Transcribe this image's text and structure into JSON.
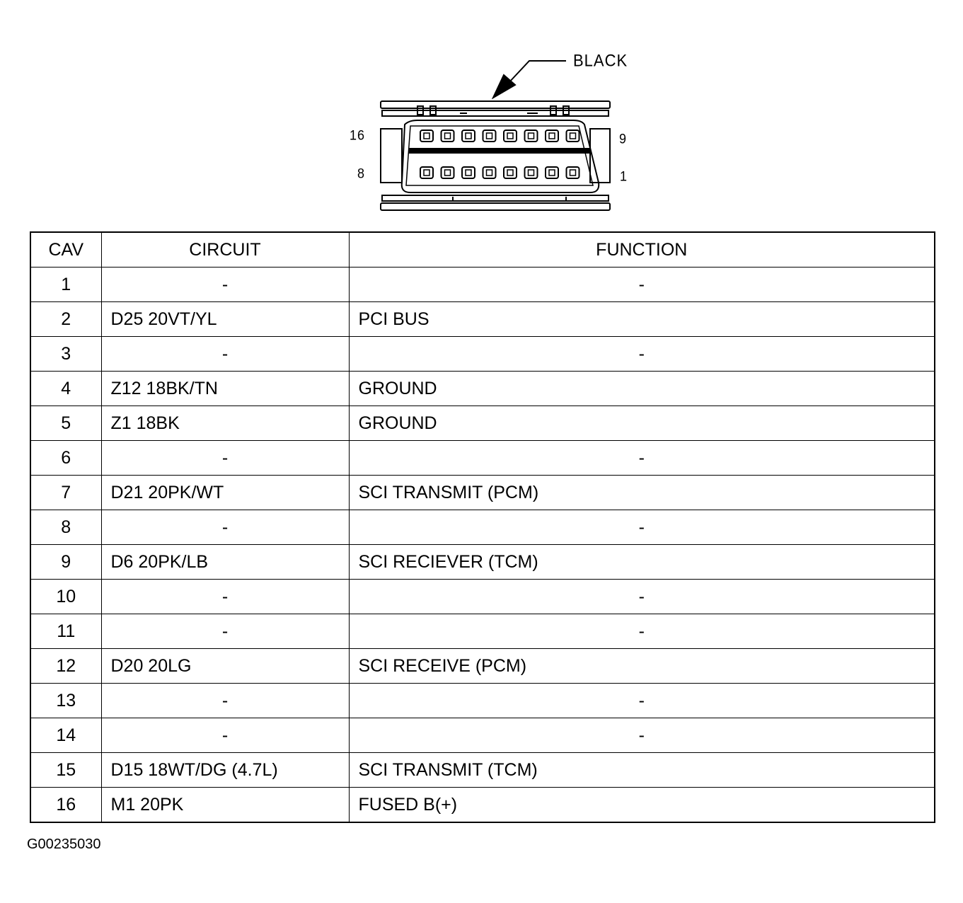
{
  "connector": {
    "callout": "BLACK",
    "pin_labels": {
      "top_left": "16",
      "top_right": "9",
      "bottom_left": "8",
      "bottom_right": "1"
    }
  },
  "table": {
    "headers": {
      "cav": "CAV",
      "circuit": "CIRCUIT",
      "function": "FUNCTION"
    },
    "rows": [
      {
        "cav": "1",
        "circuit": "-",
        "function": "-"
      },
      {
        "cav": "2",
        "circuit": "D25 20VT/YL",
        "function": "PCI BUS"
      },
      {
        "cav": "3",
        "circuit": "-",
        "function": "-"
      },
      {
        "cav": "4",
        "circuit": "Z12 18BK/TN",
        "function": "GROUND"
      },
      {
        "cav": "5",
        "circuit": "Z1 18BK",
        "function": "GROUND"
      },
      {
        "cav": "6",
        "circuit": "-",
        "function": "-"
      },
      {
        "cav": "7",
        "circuit": "D21 20PK/WT",
        "function": "SCI TRANSMIT (PCM)"
      },
      {
        "cav": "8",
        "circuit": "-",
        "function": "-"
      },
      {
        "cav": "9",
        "circuit": "D6 20PK/LB",
        "function": "SCI RECIEVER (TCM)"
      },
      {
        "cav": "10",
        "circuit": "-",
        "function": "-"
      },
      {
        "cav": "11",
        "circuit": "-",
        "function": "-"
      },
      {
        "cav": "12",
        "circuit": "D20 20LG",
        "function": "SCI RECEIVE (PCM)"
      },
      {
        "cav": "13",
        "circuit": "-",
        "function": "-"
      },
      {
        "cav": "14",
        "circuit": "-",
        "function": "-"
      },
      {
        "cav": "15",
        "circuit": "D15 18WT/DG (4.7L)",
        "function": "SCI TRANSMIT (TCM)"
      },
      {
        "cav": "16",
        "circuit": "M1 20PK",
        "function": "FUSED B(+)"
      }
    ]
  },
  "figure_id": "G00235030"
}
